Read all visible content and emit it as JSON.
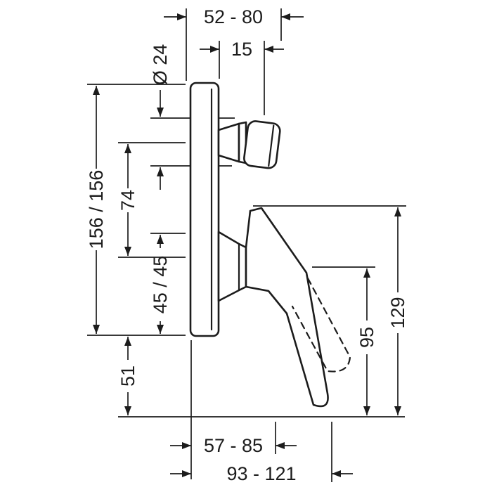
{
  "diagram": {
    "labels": {
      "wall_depth_range": "52 - 80",
      "spout_inset": "15",
      "spout_diameter": "Ø 24",
      "plate_height": "156 / 156",
      "spout_to_handle_axis": "74",
      "handle_axis_span": "45 / 45",
      "below_plate_offset": "51",
      "handle_overall_height": "129",
      "handle_projection_height": "95",
      "depth_range_front": "57 - 85",
      "depth_range_overall": "93 - 121"
    }
  }
}
